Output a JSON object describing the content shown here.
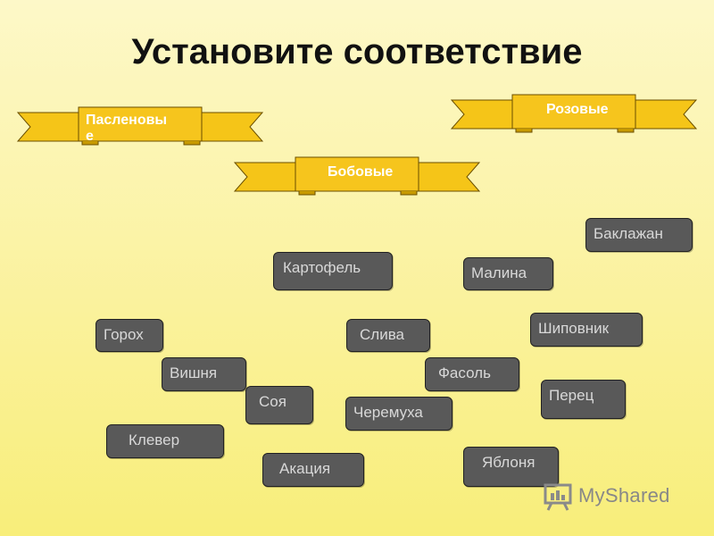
{
  "title": "Установите соответствие",
  "categories": [
    {
      "label": "Пасленовы\nе"
    },
    {
      "label": "Бобовые"
    },
    {
      "label": "Розовые"
    }
  ],
  "cards": [
    "Баклажан",
    "Картофель",
    "Малина",
    "Горох",
    "Слива",
    "Шиповник",
    "Вишня",
    "Фасоль",
    "Соя",
    "Перец",
    "Черемуха",
    "Клевер",
    "Яблоня",
    "Акация"
  ],
  "watermark": "MyShared",
  "colors": {
    "banner_fill": "#f5c518",
    "banner_stroke": "#7a5a00",
    "card_bg": "#595959",
    "card_text": "#d8d8d8"
  }
}
